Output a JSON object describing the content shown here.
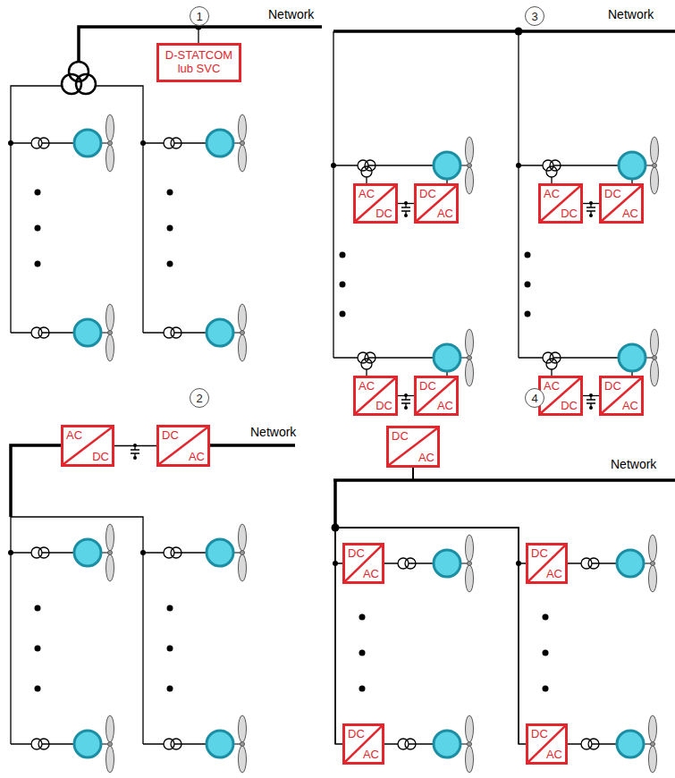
{
  "diagram": {
    "nodes": [
      {
        "text": [
          "1"
        ]
      },
      {
        "text": [
          "D-STATCOM lub SVC"
        ]
      },
      {
        "text": [
          "3"
        ]
      },
      {
        "text": [
          "AC",
          "DC"
        ]
      },
      {
        "text": [
          "DC",
          "AC"
        ]
      },
      {
        "text": [
          "AC",
          "DC"
        ]
      },
      {
        "text": [
          "DC",
          "AC"
        ]
      },
      {
        "text": [
          "AC",
          "DC"
        ]
      },
      {
        "text": [
          "DC",
          "AC"
        ]
      },
      {
        "text": [
          "AC",
          "DC"
        ]
      },
      {
        "text": [
          "DC",
          "AC"
        ]
      },
      {
        "text": [
          "2"
        ]
      },
      {
        "text": [
          "AC",
          "DC"
        ]
      },
      {
        "text": [
          "DC",
          "AC"
        ]
      },
      {
        "text": [
          "4"
        ]
      },
      {
        "text": [
          "DC",
          "AC"
        ]
      },
      {
        "text": [
          "DC",
          "AC"
        ]
      },
      {
        "text": [
          "DC",
          "AC"
        ]
      },
      {
        "text": [
          "DC",
          "AC"
        ]
      },
      {
        "text": [
          "DC",
          "AC"
        ]
      }
    ],
    "edges": [
      {
        "from": 3,
        "to": 4,
        "arrow": "none"
      },
      {
        "from": 5,
        "to": 6,
        "arrow": "none"
      },
      {
        "from": 7,
        "to": 8,
        "arrow": "none"
      },
      {
        "from": 9,
        "to": 10,
        "arrow": "none"
      },
      {
        "from": 12,
        "to": 13,
        "arrow": "none"
      },
      {
        "from": 16,
        "to": 15,
        "arrow": "none"
      },
      {
        "from": 17,
        "to": 15,
        "arrow": "none"
      },
      {
        "from": 18,
        "to": 15,
        "arrow": "none"
      },
      {
        "from": 19,
        "to": 15,
        "arrow": "none"
      }
    ],
    "labels": [
      "Network",
      "Network",
      "Network",
      "Network"
    ]
  }
}
